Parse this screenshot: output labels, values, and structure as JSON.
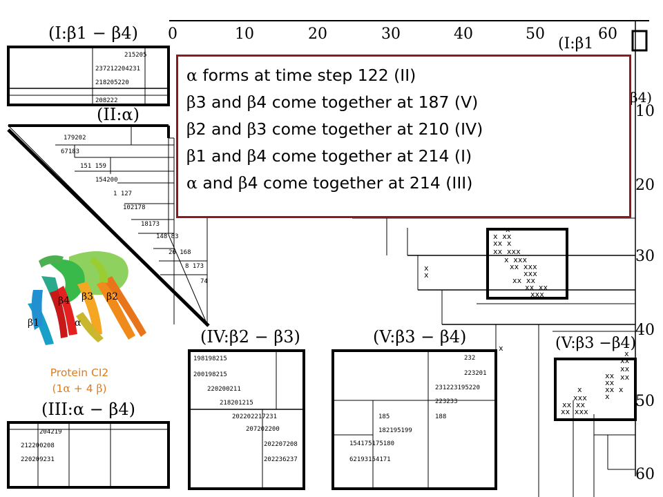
{
  "axis_ticks": {
    "top": [
      "0",
      "10",
      "20",
      "30",
      "40",
      "50",
      "60"
    ],
    "right": [
      "10",
      "20",
      "30",
      "40",
      "50",
      "60"
    ]
  },
  "panel_titles": {
    "I": "(I:β1 − β4)",
    "I_right": "(I:β1",
    "II": "(II:α)",
    "III": "(III:α − β4)",
    "IV": "(IV:β2 − β3)",
    "V": "(V:β3 − β4)",
    "V_right": "(V:β3 −β4)",
    "b4_right": "β4)"
  },
  "panel_I": {
    "row1": "215205",
    "row2": "237212204231",
    "row3": "218205220",
    "row4": "208222"
  },
  "panel_II": {
    "rows": [
      "179202",
      "67183",
      "151 159",
      "154200",
      "1  127",
      "102178",
      "18173",
      "148 83",
      "26 168",
      "8  173",
      "74"
    ]
  },
  "panel_III": {
    "rows": [
      "204219",
      "212200208",
      "220209231"
    ]
  },
  "panel_IV": {
    "rows": [
      "198198215",
      "200198215",
      "220200211",
      "218201215",
      "202202217231",
      "207202200",
      "202207208",
      "202236237"
    ]
  },
  "panel_V": {
    "rows": [
      "232",
      "223201",
      "231223195220",
      "223233",
      "188",
      "185",
      "182195199",
      "154175175180",
      "62193154171"
    ]
  },
  "x_marks": {
    "main": [
      "x",
      "x xx",
      "xx x",
      "xx xxx",
      "x  xxx",
      "xx xxx",
      "xxx",
      "xx xx",
      "xx xx",
      "xxx"
    ],
    "small": [
      "x",
      "x"
    ],
    "single": "x",
    "right_top": [
      "x",
      "xx",
      "xx",
      "xx"
    ],
    "right_bottom": [
      "xx",
      "xx",
      "xx x",
      "x",
      "x",
      "xxx",
      "xx xx",
      "xx xxx"
    ]
  },
  "annotation": {
    "lines": [
      {
        "g1": "α",
        "t1": " forms at time step 122 (II)",
        "g2": "",
        "t2": ""
      },
      {
        "g1": "β",
        "t1": "3 and ",
        "g2": "β",
        "t2": "4 come together at 187 (V)"
      },
      {
        "g1": "β",
        "t1": "2 and ",
        "g2": "β",
        "t2": "3 come together at 210 (IV)"
      },
      {
        "g1": "β",
        "t1": "1 and ",
        "g2": "β",
        "t2": "4 come together at 214 (I)"
      },
      {
        "g1": "α",
        "t1": " and ",
        "g2": "β",
        "t2": "4 come together at 214 (III)"
      }
    ]
  },
  "protein": {
    "labels": [
      "β4",
      "β3",
      "β2",
      "β1",
      "α"
    ],
    "caption_name": "Protein CI2",
    "caption_paren_open": "(1",
    "caption_alpha": "α",
    "caption_mid": " + 4 ",
    "caption_beta": "β",
    "caption_paren_close": ")"
  },
  "colors": {
    "annotation_border": "#8b1a1a",
    "caption": "#e07b1a"
  }
}
